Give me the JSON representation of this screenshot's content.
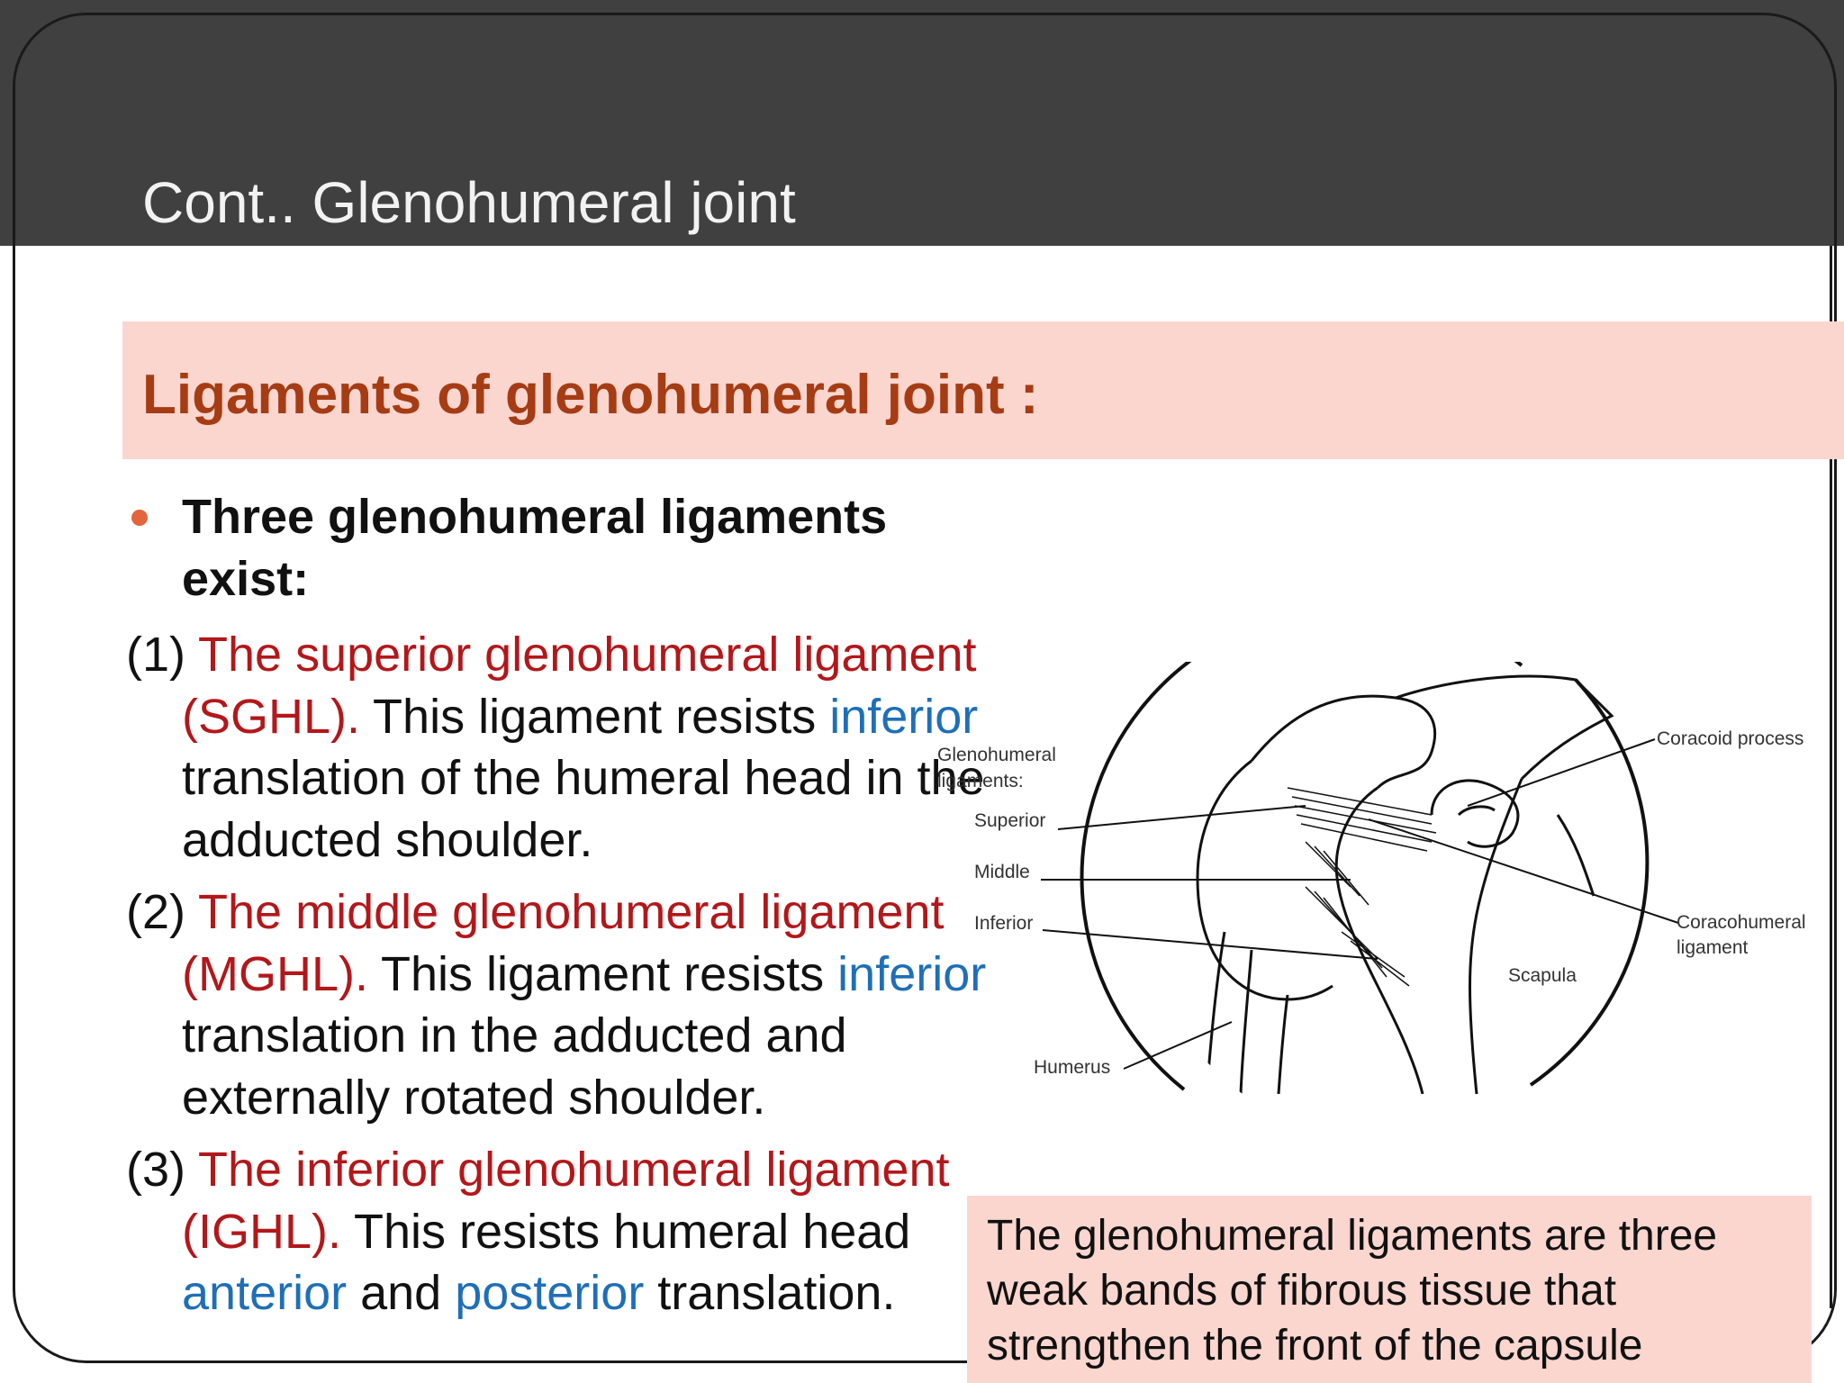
{
  "slide": {
    "title": "Cont.. Glenohumeral joint",
    "subheader": "Ligaments of glenohumeral joint :",
    "bullet": "Three glenohumeral ligaments exist:",
    "items": [
      {
        "number": "(1)",
        "name": "The superior glenohumeral ligament (SGHL).",
        "text_before": " This ligament resists ",
        "direction": "inferior",
        "text_after": " translation of the humeral head in the adducted shoulder."
      },
      {
        "number": "(2)",
        "name": "The middle glenohumeral ligament (MGHL).",
        "text_before": " This ligament resists ",
        "direction": "inferior",
        "text_after": " translation in the adducted and externally rotated shoulder."
      },
      {
        "number": "(3)",
        "name": "The inferior glenohumeral ligament (IGHL).",
        "text_before": " This resists humeral head ",
        "direction": "anterior",
        "text_middle": " and ",
        "direction2": "posterior",
        "text_after": " translation."
      }
    ],
    "caption": "The glenohumeral ligaments are three weak bands of fibrous tissue that strengthen the front of the capsule"
  },
  "figure": {
    "labels": {
      "group": "Glenohumeral",
      "group2": "ligaments:",
      "superior": "Superior",
      "middle": "Middle",
      "inferior": "Inferior",
      "humerus": "Humerus",
      "coracoid": "Coracoid process",
      "coracohumeral": "Coracohumeral",
      "coracohumeral2": "ligament",
      "scapula": "Scapula"
    }
  },
  "colors": {
    "title_bar": "#404040",
    "title_text": "#f2f2f2",
    "highlight_band": "#fad6cf",
    "subheader_text": "#a63c14",
    "ligament_name": "#b3171a",
    "direction_word": "#1e6fb8",
    "bullet": "#e3653b"
  }
}
